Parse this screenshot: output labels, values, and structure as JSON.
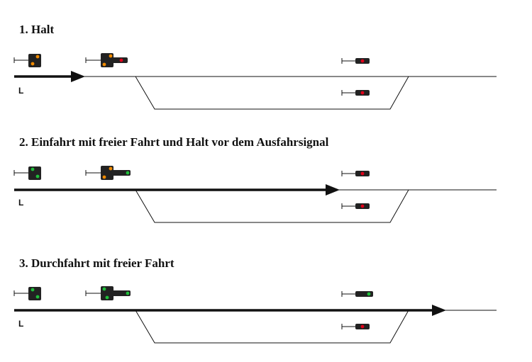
{
  "scenarios": [
    {
      "title": "1. Halt",
      "label": "L",
      "colors": {
        "vor_left": [
          "#f08a00",
          "#f08a00"
        ],
        "main_left": [
          "#f08a00",
          "#f08a00"
        ],
        "main_arm": [
          "#e0001a"
        ],
        "exit_upper": [
          "#e0001a"
        ],
        "exit_lower": [
          "#e0001a"
        ]
      }
    },
    {
      "title": "2. Einfahrt mit freier Fahrt und Halt vor dem Ausfahrsignal",
      "label": "L",
      "colors": {
        "vor_left": [
          "#1fbf3a",
          "#1fbf3a"
        ],
        "main_left": [
          "#f08a00",
          "#f08a00"
        ],
        "main_arm": [
          "#1fbf3a"
        ],
        "exit_upper": [
          "#e0001a"
        ],
        "exit_lower": [
          "#e0001a"
        ]
      }
    },
    {
      "title": "3. Durchfahrt mit freier Fahrt",
      "label": "L",
      "colors": {
        "vor_left": [
          "#1fbf3a",
          "#1fbf3a"
        ],
        "main_left": [
          "#1fbf3a",
          "#1fbf3a"
        ],
        "main_arm": [
          "#1fbf3a"
        ],
        "exit_upper": [
          "#1fbf3a"
        ],
        "exit_lower": [
          "#e0001a"
        ]
      }
    }
  ]
}
